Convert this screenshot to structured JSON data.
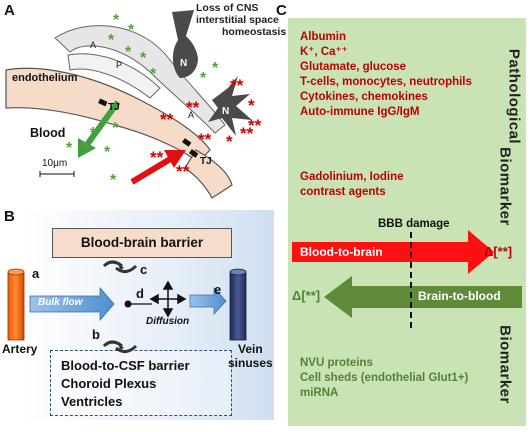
{
  "panel_a": {
    "letter": "A",
    "title_lines": [
      "Loss of CNS",
      "interstitial space",
      "homeostasis"
    ],
    "cell_labels": {
      "endothelium": "endothelium",
      "tj": "TJ",
      "astro": "A",
      "pericyte": "P",
      "neuron": "N"
    },
    "blood": "Blood",
    "scale": "10μm",
    "colors": {
      "red": "#d00000",
      "green": "#5aa03c"
    }
  },
  "panel_b": {
    "letter": "B",
    "bbb": "Blood-brain barrier",
    "csf_lines": [
      "Blood-to-CSF barrier",
      "Choroid Plexus",
      "Ventricles"
    ],
    "bulk_flow": "Bulk flow",
    "diffusion": "Diffusion",
    "artery": "Artery",
    "vein": [
      "Vein",
      "sinuses"
    ],
    "markers": {
      "a": "a",
      "b": "b",
      "c": "c",
      "d": "d",
      "e": "e"
    }
  },
  "panel_c": {
    "letter": "C",
    "pathological_items": [
      "Albumin",
      "K⁺, Ca⁺⁺",
      "Glutamate, glucose",
      "T-cells, monocytes, neutrophils",
      "Cytokines, chemokines",
      "Auto-immune IgG/IgM"
    ],
    "contrast_items": [
      "Gadolinium, Iodine",
      "contrast agents"
    ],
    "bbb_damage": "BBB damage",
    "blood_to_brain": "Blood-to-brain",
    "brain_to_blood": "Brain-to-blood",
    "delta_right": "Δ[**]",
    "delta_left": "Δ[**]",
    "vertical_pathological": "Pathological",
    "vertical_biomarker_1": "Biomarker",
    "vertical_biomarker_2": "Biomarker",
    "nvu_items": [
      "NVU proteins",
      "Cell sheds (endothelial Glut1+)",
      "miRNA"
    ],
    "colors": {
      "panel_bg": "#c9e3b4",
      "red": "#c00000",
      "green": "#548235"
    }
  }
}
